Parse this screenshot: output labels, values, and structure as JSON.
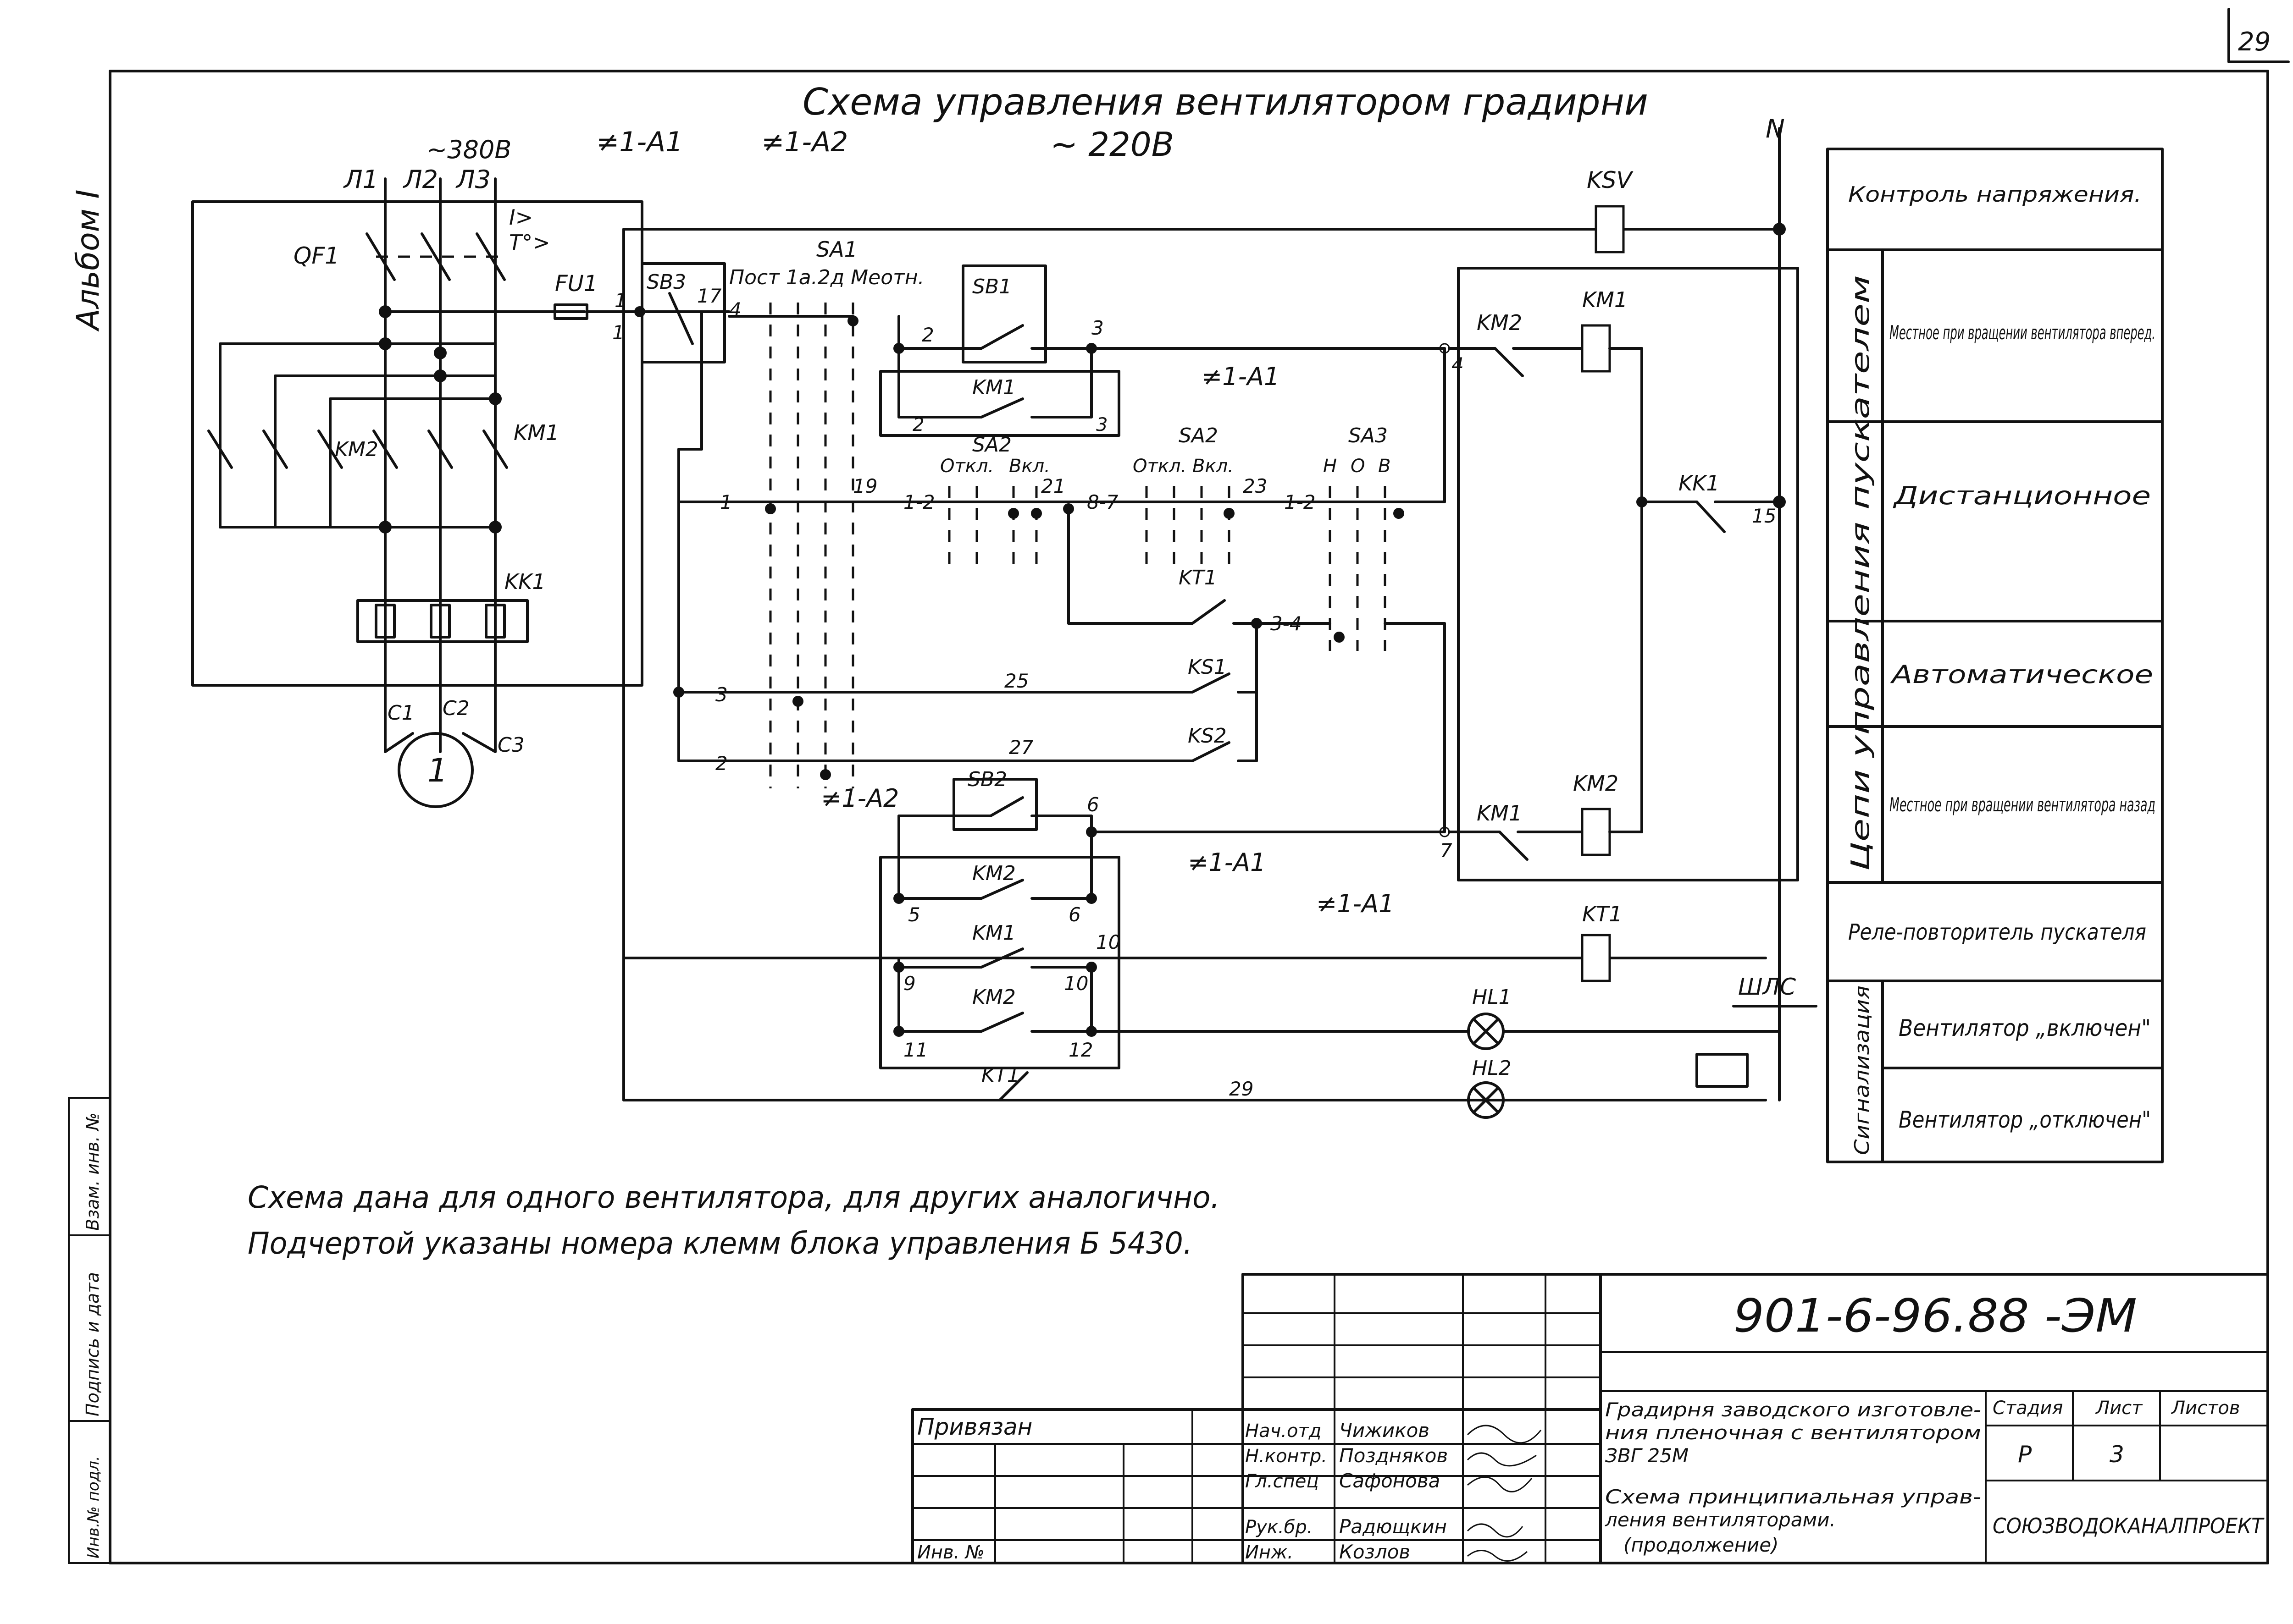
{
  "sheet": {
    "page_number": "29",
    "album_label": "Альбом I",
    "title": "Схема управления вентилятором градирни",
    "subtitle": "~ 220В",
    "note_line1": "Схема дана для одного вентилятора, для других аналогично.",
    "note_line2": "Подчертой указаны номера клемм блока управления Б 5430."
  },
  "power_circuit": {
    "phase_labels": [
      "Л1",
      "Л2",
      "Л3"
    ],
    "supply_voltage": "~380В",
    "breaker": "QF1",
    "overcurrent_label": "I>",
    "thermal_label": "T°>",
    "fuse": "FU1",
    "contactor_forward": "KM1",
    "contactor_reverse": "KM2",
    "thermal_relay": "KK1",
    "motor_terminals": [
      "C1",
      "C2",
      "C3"
    ],
    "motor_number": "1"
  },
  "control_circuit": {
    "neutral_label": "N",
    "block_ref_a1": "≠1-A1",
    "block_ref_a2": "≠1-A2",
    "voltage_relay": "KSV",
    "stop_button": "SB3",
    "start_forward_button": "SB1",
    "start_reverse_button": "SB2",
    "switch_mode": "SA1",
    "switch_mode_positions": "Пост 1а.2д Меотн.",
    "switch_remote": "SA2",
    "switch_remote_off": "Откл.",
    "switch_remote_on": "Вкл.",
    "switch_auto": "SA3",
    "switch_auto_positions": [
      "Н",
      "О",
      "В"
    ],
    "time_relay": "KT1",
    "level_relay_1": "KS1",
    "level_relay_2": "KS2",
    "lamp_on": "HL1",
    "lamp_off": "HL2",
    "signal_bus": "ШЛС",
    "node_labels": {
      "n1": "1",
      "n4": "4",
      "n17": "17",
      "n2": "2",
      "n3": "3",
      "n1b": "1",
      "n19": "19",
      "n12a": "1-2",
      "n21": "21",
      "n87": "8-7",
      "n23": "23",
      "n12b": "1-2",
      "n34": "3-4",
      "n3b": "3",
      "n25": "25",
      "n2b": "2",
      "n27": "27",
      "n6": "6",
      "n5": "5",
      "n6b": "6",
      "n9": "9",
      "n10": "10",
      "n10b": "10",
      "n11": "11",
      "n12": "12",
      "n29": "29",
      "n15": "15",
      "n4r": "4",
      "n7r": "7"
    }
  },
  "legend": {
    "voltage_control": "Контроль напряжения.",
    "group_starter": "Цепи управления пускателем",
    "local_forward": "Местное при вращении вентилятора вперед.",
    "remote": "Дистанционное",
    "automatic": "Автоматическое",
    "local_reverse": "Местное при вращении вентилятора назад",
    "repeater": "Реле-повторитель пускателя",
    "group_signal": "Сигнализация",
    "fan_on": "Вентилятор „включен\"",
    "fan_off": "Вентилятор „отключен\""
  },
  "title_block": {
    "doc_number": "901-6-96.88  -ЭМ",
    "linked": "Привязан",
    "inv_no": "Инв. №",
    "roles": [
      "Нач.отд",
      "Н.контр.",
      "Гл.спец",
      "Рук.бр.",
      "Инж."
    ],
    "names": [
      "Чижиков",
      "Поздняков",
      "Сафонова",
      "Радющкин",
      "Козлов"
    ],
    "object_line1": "Градирня заводского изготовле-",
    "object_line2": "ния пленочная с вентилятором",
    "object_line3": "ЗВГ 25М",
    "sheet_title_line1": "Схема принципиальная управ-",
    "sheet_title_line2": "ления вентиляторами.",
    "sheet_title_line3": "(продолжение)",
    "stage_header": "Стадия",
    "sheet_header": "Лист",
    "sheets_header": "Листов",
    "stage_value": "Р",
    "sheet_value": "3",
    "organization": "СОЮЗВОДОКАНАЛПРОЕКТ"
  },
  "side_stamp": {
    "inv_orig": "Инв.№ подл.",
    "sign_date": "Подпись и дата",
    "repl_inv": "Взам. инв. №"
  }
}
